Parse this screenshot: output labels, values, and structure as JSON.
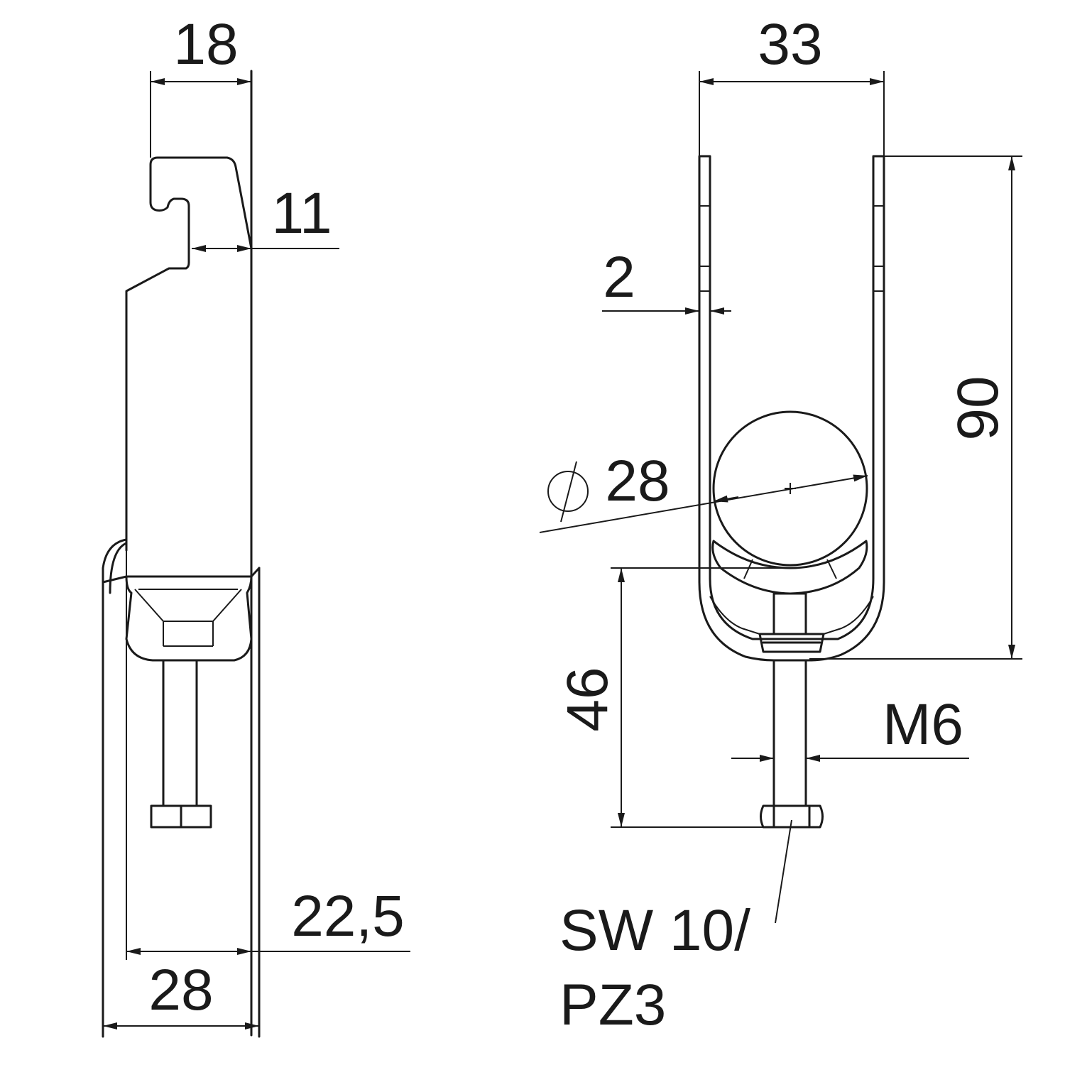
{
  "drawing": {
    "side_view": {
      "dim_top_width": "18",
      "dim_hook_depth": "11",
      "dim_inner_width": "22,5",
      "dim_outer_width": "28"
    },
    "front_view": {
      "dim_width": "33",
      "dim_height": "90",
      "dim_thickness": "2",
      "dim_diameter": "28",
      "dim_screw_height": "46",
      "dim_thread": "M6",
      "note_line1": "SW 10/",
      "note_line2": "PZ3"
    },
    "line_color": "#1a1a1a"
  }
}
